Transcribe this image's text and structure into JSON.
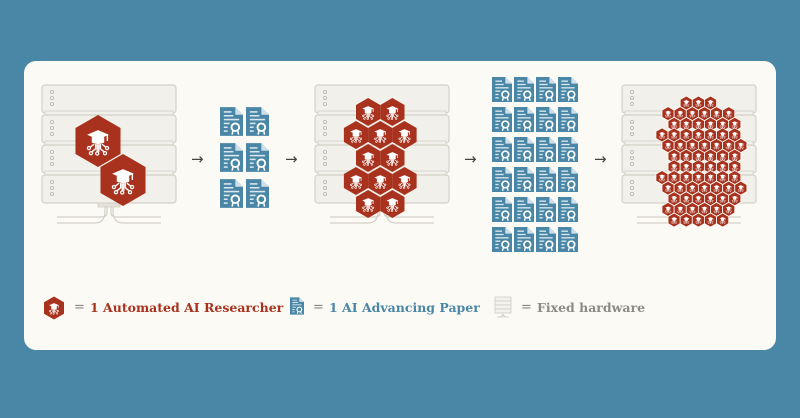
{
  "colors": {
    "background": "#4a86a6",
    "card": "#fbfaf4",
    "researcher_red": "#a8321e",
    "paper_blue": "#4a86a6",
    "hardware_gray": "#d5d3c8",
    "hardware_fill": "#f0efe8",
    "arrow": "#444444"
  },
  "diagram": {
    "stages": [
      {
        "name": "stage-1",
        "type": "hardware",
        "researcher_count": 2
      },
      {
        "name": "stage-2",
        "type": "papers",
        "paper_count": 6,
        "columns": 2
      },
      {
        "name": "stage-3",
        "type": "hardware",
        "researcher_count": 12
      },
      {
        "name": "stage-4",
        "type": "papers",
        "paper_count": 24,
        "columns": 4
      },
      {
        "name": "stage-5",
        "type": "hardware",
        "researcher_count": 80
      }
    ],
    "arrows": [
      "→",
      "→",
      "→",
      "→"
    ]
  },
  "legend": {
    "items": [
      {
        "icon": "researcher-hex-icon",
        "equals": "=",
        "label": "1 Automated AI Researcher",
        "color": "#a8321e"
      },
      {
        "icon": "paper-icon",
        "equals": "=",
        "label": "1 AI Advancing Paper",
        "color": "#4a86a6"
      },
      {
        "icon": "server-icon",
        "equals": "=",
        "label": "Fixed hardware",
        "color": "#8a8a86"
      }
    ]
  }
}
